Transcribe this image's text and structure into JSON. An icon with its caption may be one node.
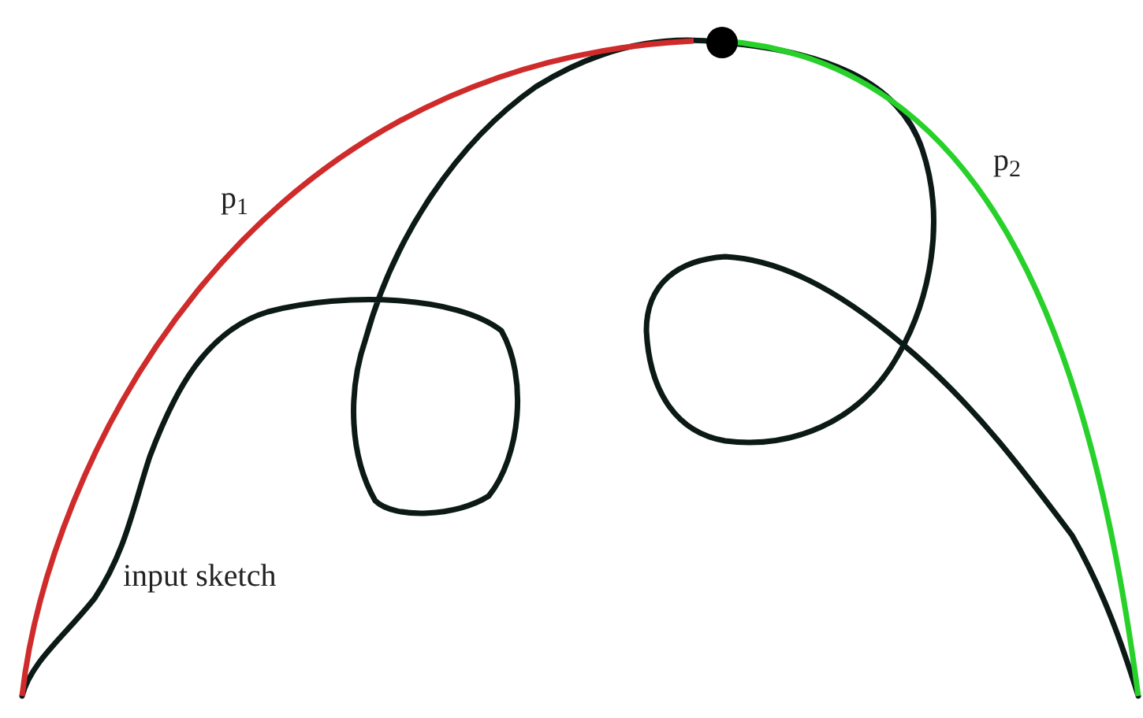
{
  "diagram": {
    "labels": [
      "p$_{1}$",
      "p$_{2}$",
      "input sketch"
    ]
  }
}
